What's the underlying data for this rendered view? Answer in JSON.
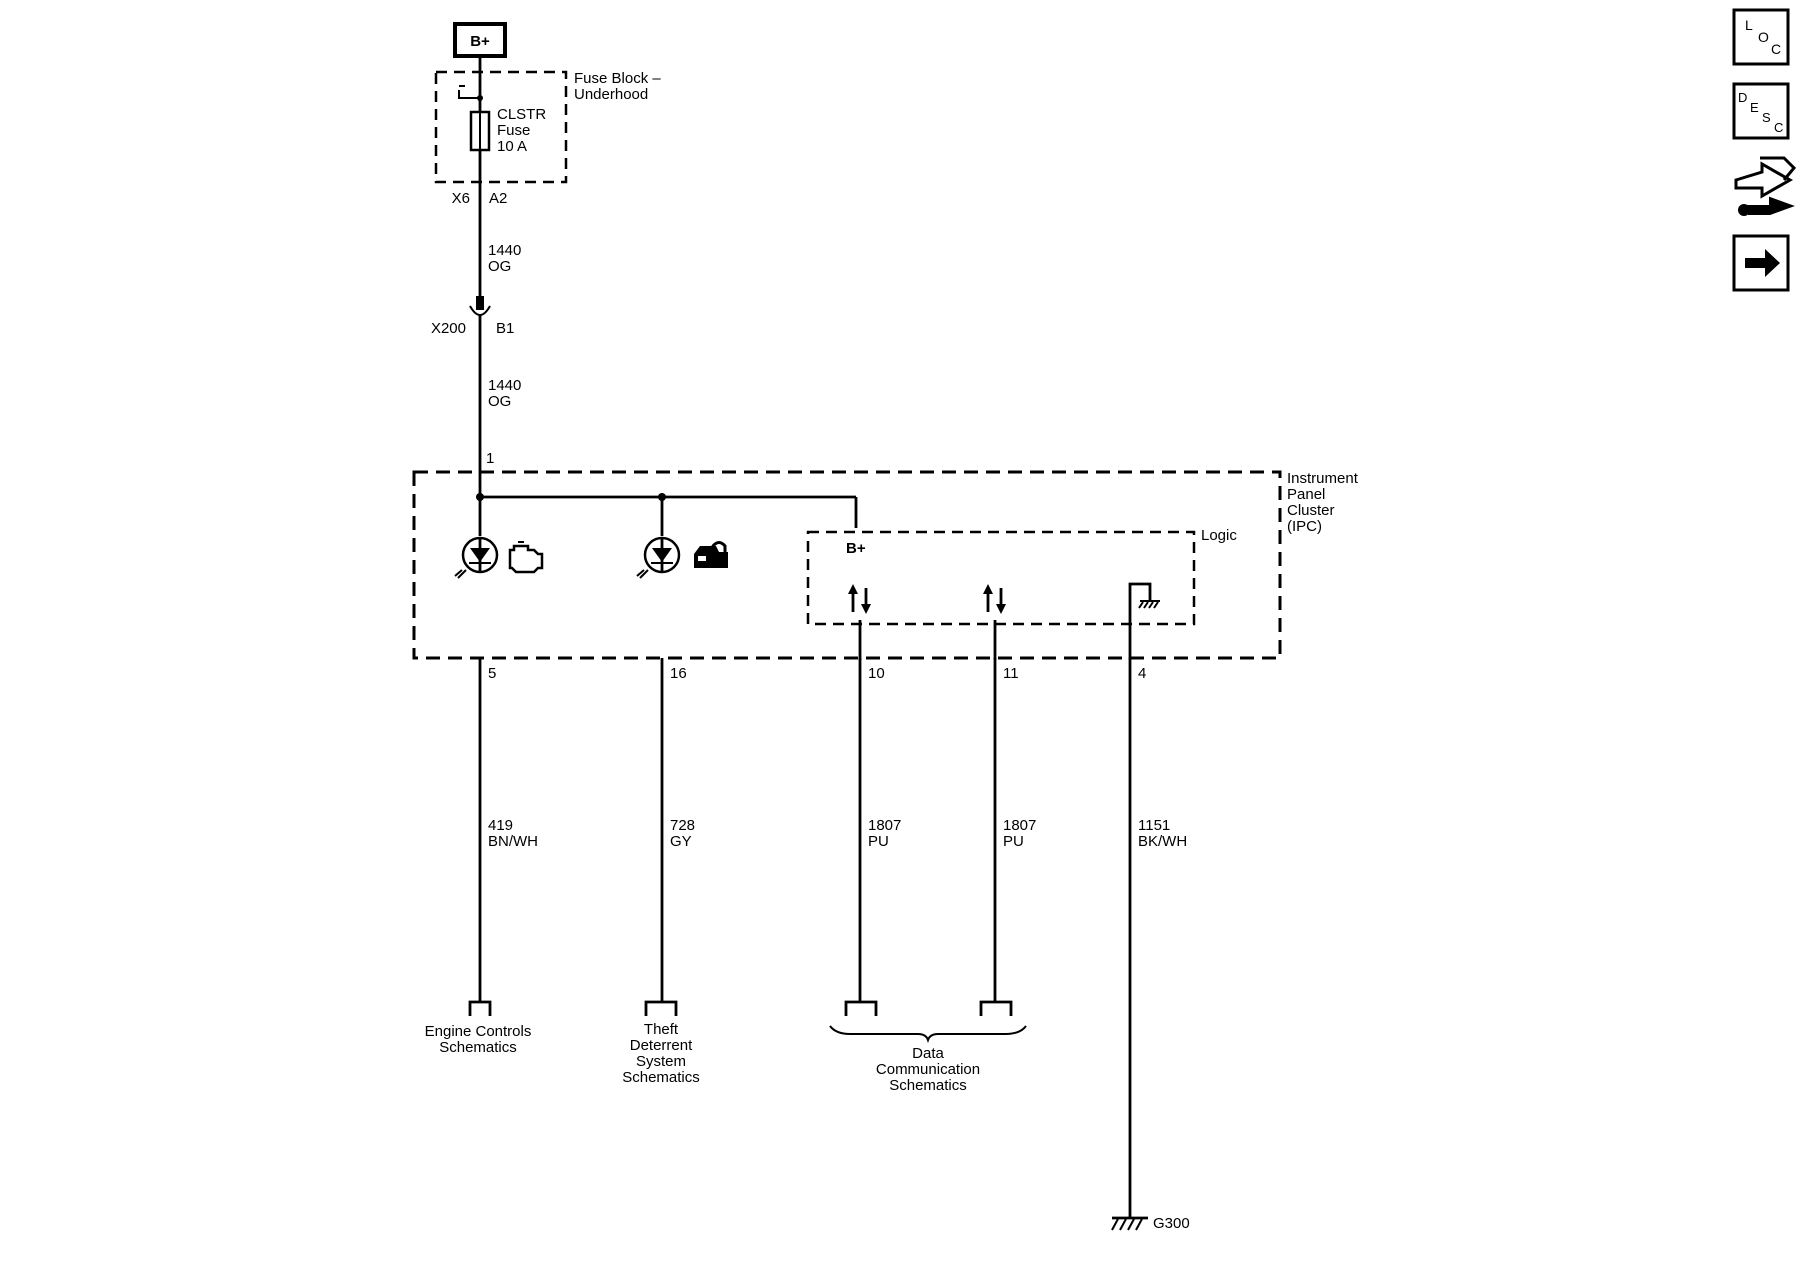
{
  "power": {
    "label": "B+"
  },
  "fuse_block": {
    "name_line1": "Fuse Block –",
    "name_line2": "Underhood"
  },
  "fuse": {
    "line1": "CLSTR",
    "line2": "Fuse",
    "line3": "10 A"
  },
  "fuse_connector": {
    "connector": "X6",
    "pin": "A2"
  },
  "wire_upper": {
    "circuit": "1440",
    "color": "OG"
  },
  "inline_connector": {
    "connector": "X200",
    "pin": "B1"
  },
  "wire_lower": {
    "circuit": "1440",
    "color": "OG"
  },
  "ipc": {
    "input_pin": "1",
    "name_line1": "Instrument",
    "name_line2": "Panel",
    "name_line3": "Cluster",
    "name_line4": "(IPC)",
    "logic_label": "Logic",
    "logic_bplus": "B+"
  },
  "circuits": [
    {
      "pin": "5",
      "circuit": "419",
      "color": "BN/WH"
    },
    {
      "pin": "16",
      "circuit": "728",
      "color": "GY"
    },
    {
      "pin": "10",
      "circuit": "1807",
      "color": "PU"
    },
    {
      "pin": "11",
      "circuit": "1807",
      "color": "PU"
    },
    {
      "pin": "4",
      "circuit": "1151",
      "color": "BK/WH"
    }
  ],
  "destinations": {
    "engine": {
      "line1": "Engine Controls",
      "line2": "Schematics"
    },
    "theft": {
      "line1": "Theft",
      "line2": "Deterrent",
      "line3": "System",
      "line4": "Schematics"
    },
    "data": {
      "line1": "Data",
      "line2": "Communication",
      "line3": "Schematics"
    }
  },
  "ground": {
    "label": "G300"
  },
  "side_icons": {
    "loc": {
      "l1": "L",
      "l2": "O",
      "l3": "C",
      "icon": "location-icon"
    },
    "desc": {
      "l1": "D",
      "l2": "E",
      "l3": "S",
      "l4": "C",
      "icon": "description-icon"
    },
    "service": {
      "icon": "connector-repair-icon"
    },
    "next": {
      "icon": "arrow-right-icon"
    }
  }
}
